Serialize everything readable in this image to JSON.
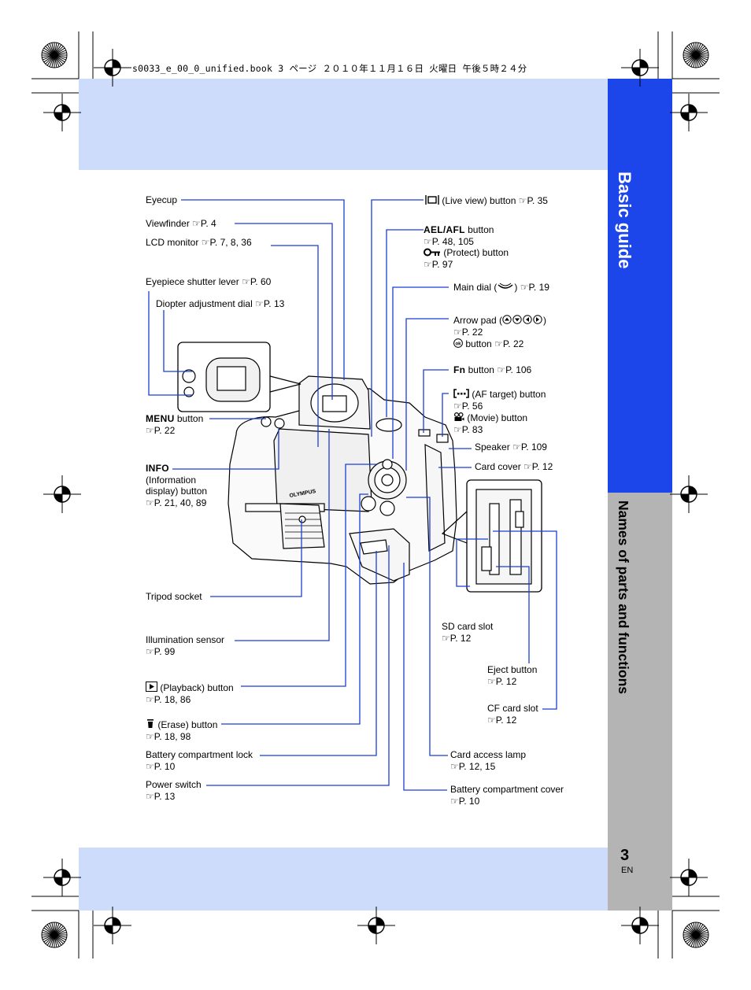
{
  "header": {
    "file_line": "s0033_e_00_0_unified.book  3 ページ  ２０１０年１１月１６日  火曜日  午後５時２４分"
  },
  "sidebar": {
    "section_title": "Basic guide",
    "chapter_title": "Names of parts and functions"
  },
  "page": {
    "number": "3",
    "lang": "EN"
  },
  "colors": {
    "accent_blue": "#1c46ea",
    "band_light_blue": "#cddcfa",
    "side_gray": "#b4b4b4",
    "leader_blue": "#1b3fd6"
  },
  "ref_symbol": "☞",
  "labels_left": {
    "eyecup": "Eyecup",
    "viewfinder": "Viewfinder",
    "viewfinder_ref": "P. 4",
    "lcd": "LCD monitor",
    "lcd_ref": "P. 7, 8, 36",
    "eyepiece": "Eyepiece shutter lever",
    "eyepiece_ref": "P. 60",
    "diopter": "Diopter adjustment dial",
    "diopter_ref": "P. 13",
    "menu_bold": "MENU",
    "menu_rest": " button",
    "menu_ref": "P. 22",
    "info_bold": "INFO",
    "info_l2": "(Information",
    "info_l3": "display) button",
    "info_ref": "P. 21, 40, 89",
    "tripod": "Tripod socket",
    "illum": "Illumination sensor",
    "illum_ref": "P. 99",
    "playback": "(Playback) button",
    "playback_ref": "P. 18, 86",
    "erase": "(Erase) button",
    "erase_ref": "P. 18, 98",
    "battlock": "Battery compartment lock",
    "battlock_ref": "P. 10",
    "power": "Power switch",
    "power_ref": "P. 13"
  },
  "labels_right": {
    "liveview": "(Live view) button",
    "liveview_ref": "P. 35",
    "ael_bold": "AEL/AFL",
    "ael_rest": " button",
    "ael_ref": "P. 48, 105",
    "protect": "(Protect) button",
    "protect_ref": "P. 97",
    "maindial": "Main dial (",
    "maindial_close": ")",
    "maindial_ref": "P. 19",
    "arrow": "Arrow pad (",
    "arrow_close": ")",
    "arrow_ref": "P. 22",
    "ok": "button",
    "ok_ref": "P. 22",
    "fn_bold": "Fn",
    "fn_rest": " button",
    "fn_ref": "P. 106",
    "aftarget": "(AF target) button",
    "aftarget_ref": "P. 56",
    "movie": "(Movie) button",
    "movie_ref": "P. 83",
    "speaker": "Speaker",
    "speaker_ref": "P. 109",
    "cardcover": "Card cover",
    "cardcover_ref": "P. 12",
    "sdslot": "SD card slot",
    "sdslot_ref": "P. 12",
    "eject": "Eject button",
    "eject_ref": "P. 12",
    "cfslot": "CF card slot",
    "cfslot_ref": "P. 12",
    "access": "Card access lamp",
    "access_ref": "P. 12, 15",
    "battcover": "Battery compartment cover",
    "battcover_ref": "P. 10"
  },
  "icons": {
    "liveview": "live-view-icon",
    "protect": "key-icon",
    "maindial": "dial-icon",
    "arrow": "arrow-pad-icon",
    "ok": "ok-icon",
    "aftarget": "af-target-icon",
    "movie": "movie-icon",
    "playback": "playback-icon",
    "erase": "trash-icon",
    "reference": "reference-hand-icon"
  },
  "camera_brand": "OLYMPUS"
}
